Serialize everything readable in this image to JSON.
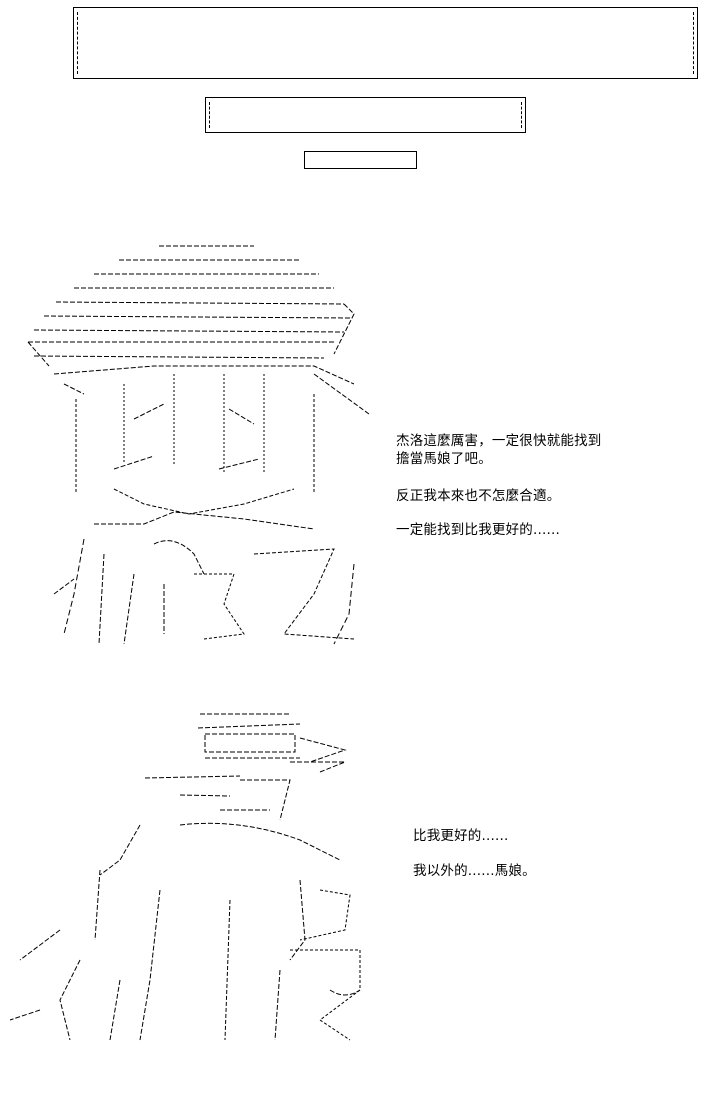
{
  "title_frames": {
    "large_text": "",
    "medium_text": "",
    "small_text": ""
  },
  "panel_1": {
    "lines": [
      "杰洛這麼厲害，一定很快就能找到",
      "擔當馬娘了吧。",
      "反正我本來也不怎麼合適。",
      "一定能找到比我更好的......"
    ]
  },
  "panel_2": {
    "lines": [
      "比我更好的......",
      "我以外的......馬娘。"
    ]
  },
  "colors": {
    "ink": "#000000",
    "background": "#ffffff"
  }
}
